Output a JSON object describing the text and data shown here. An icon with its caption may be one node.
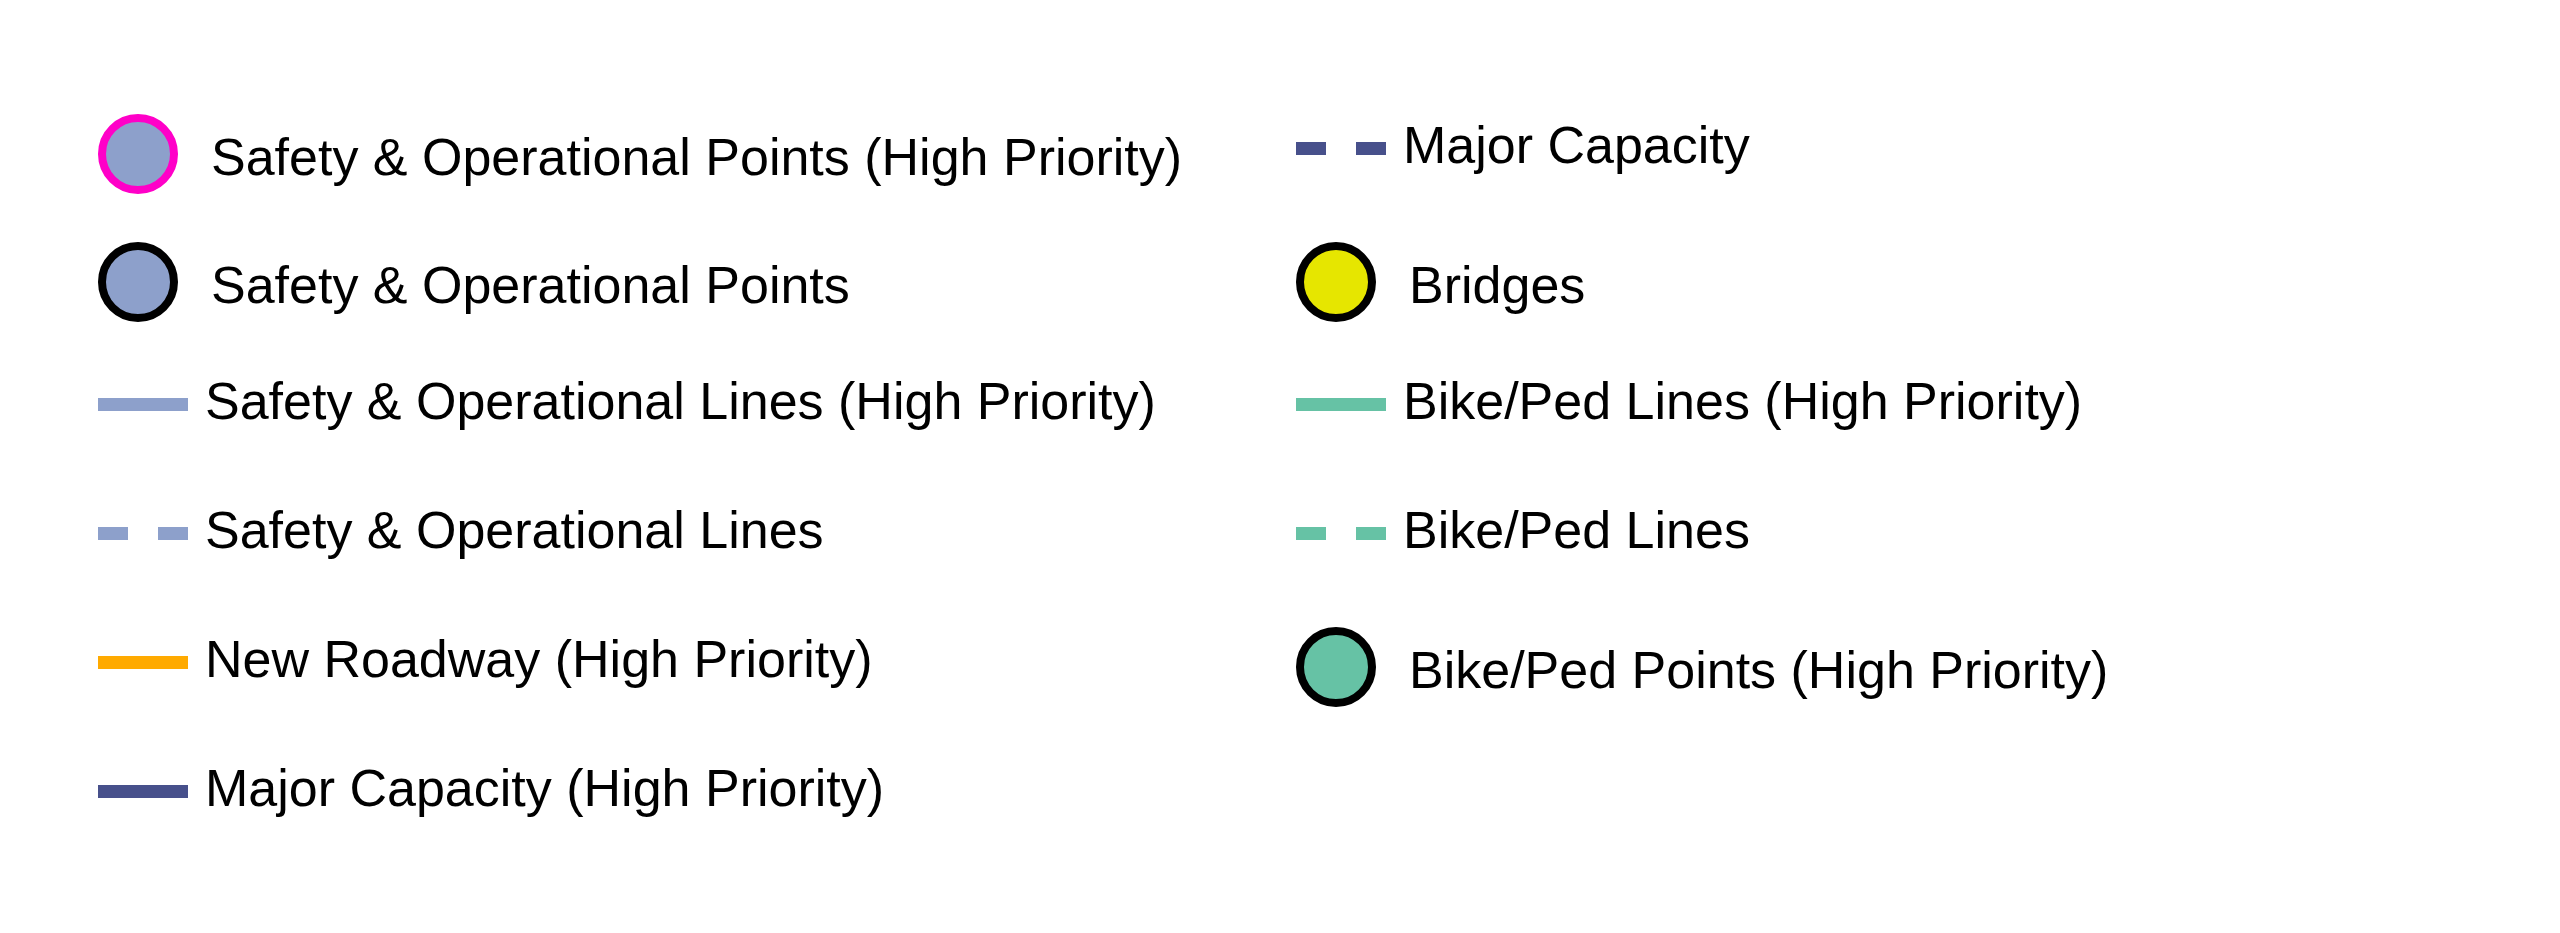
{
  "diagram": {
    "legend": [
      {
        "text": "Safety & Operational Points (High Priority)"
      },
      {
        "text": "Safety & Operational Points"
      },
      {
        "text": "Safety & Operational Lines (High Priority)"
      },
      {
        "text": "Safety & Operational Lines"
      },
      {
        "text": "New Roadway (High Priority)"
      },
      {
        "text": "Major Capacity (High Priority)"
      },
      {
        "text": "Major Capacity"
      },
      {
        "text": "Bridges"
      },
      {
        "text": "Bike/Ped Lines (High Priority)"
      },
      {
        "text": "Bike/Ped Lines"
      },
      {
        "text": "Bike/Ped Points (High Priority)"
      }
    ]
  }
}
